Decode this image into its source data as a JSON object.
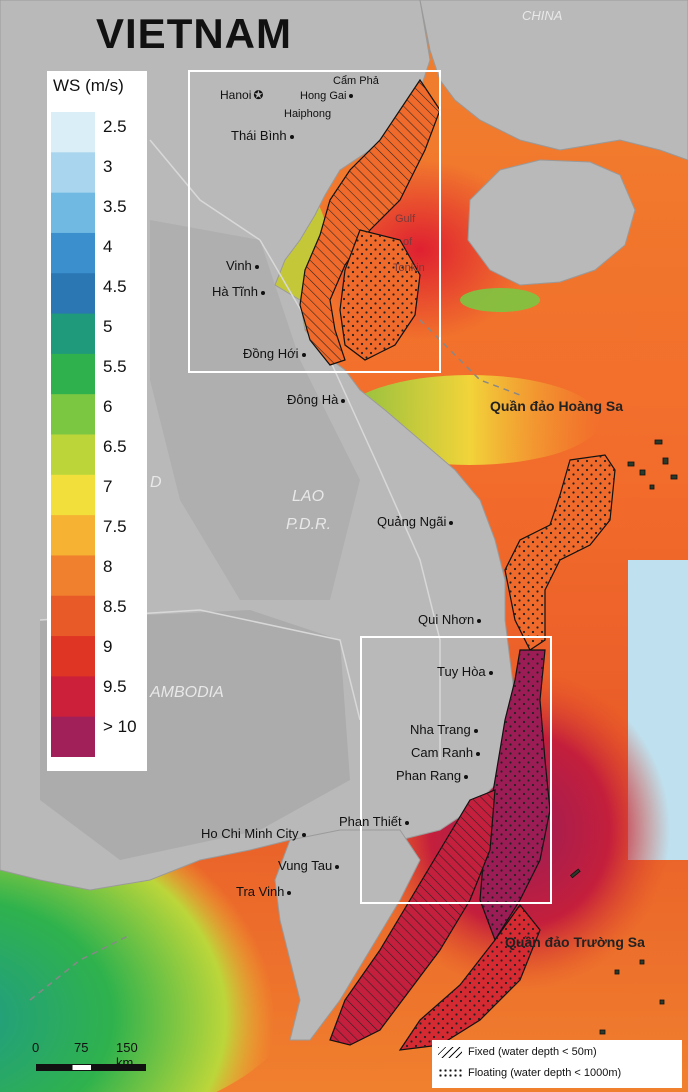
{
  "title": "VIETNAM",
  "legend": {
    "title": "WS (m/s)",
    "ticks": [
      "2.5",
      "3",
      "3.5",
      "4",
      "4.5",
      "5",
      "5.5",
      "6",
      "6.5",
      "7",
      "7.5",
      "8",
      "8.5",
      "9",
      "9.5",
      "> 10"
    ]
  },
  "countries": {
    "china": "CHINA",
    "lao": "LAO",
    "pdr": "P.D.R.",
    "cambodia": "AMBODIA",
    "partial_d": "D"
  },
  "sea_labels": {
    "gulf_1": "Gulf",
    "gulf_2": "of",
    "gulf_3": "Tonkin"
  },
  "islands": {
    "hoang_sa": "Quần đảo Hoàng Sa",
    "truong_sa": "Quần đảo Trường Sa"
  },
  "cities": {
    "hanoi": "Hanoi",
    "cam_pha": "Cẩm Phả",
    "hong_gai": "Hong Gai",
    "haiphong": "Haiphong",
    "thai_binh": "Thái Bình",
    "vinh": "Vinh",
    "ha_tinh": "Hà Tĩnh",
    "dong_hoi": "Đồng Hới",
    "dong_ha": "Đông Hà",
    "quang_ngai": "Quảng Ngãi",
    "qui_nhon": "Qui Nhơn",
    "tuy_hoa": "Tuy Hòa",
    "nha_trang": "Nha Trang",
    "cam_ranh": "Cam Ranh",
    "phan_rang": "Phan Rang",
    "phan_thiet": "Phan Thiết",
    "hcmc": "Ho Chi Minh City",
    "vung_tau": "Vung Tau",
    "tra_vinh": "Tra Vinh"
  },
  "scalebar": {
    "s0": "0",
    "s75": "75",
    "s150": "150 km"
  },
  "key": {
    "fixed": "Fixed (water depth < 50m)",
    "floating": "Floating (water depth < 1000m)"
  },
  "colors": {
    "land": "#b9b9b9",
    "land_dark": "#8f8f8f",
    "sea_blue": "#bfe0ee",
    "ramp": [
      "#d9eef7",
      "#a9d6ee",
      "#6fb9e3",
      "#3a8fcc",
      "#2a77b4",
      "#1f9a7a",
      "#2fb24d",
      "#7cc742",
      "#bcd63a",
      "#f2df3b",
      "#f5b233",
      "#f0802e",
      "#e85a28",
      "#df3525",
      "#cc1f3a",
      "#a1205a"
    ]
  }
}
